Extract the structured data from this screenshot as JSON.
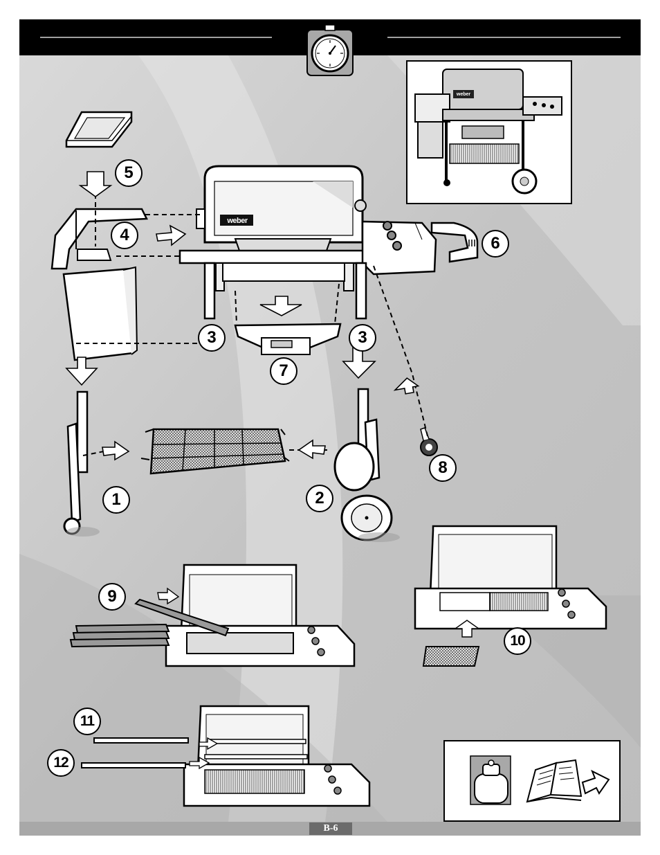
{
  "colors": {
    "header_bar": "#000000",
    "background_gray": "#c8c8c8",
    "footer_bar": "#a8a8a8",
    "footer_label_bg": "#6b6b6b"
  },
  "header": {
    "icon": "stopwatch-icon"
  },
  "brand_logo_text": "weber",
  "steps": [
    {
      "label": "1",
      "part": "left-leg-frame"
    },
    {
      "label": "2",
      "part": "right-leg-frame-with-wheels"
    },
    {
      "label": "3",
      "part": "grill-body-legs"
    },
    {
      "label": "3",
      "part": "grill-body-legs"
    },
    {
      "label": "4",
      "part": "side-frame"
    },
    {
      "label": "5",
      "part": "work-surface"
    },
    {
      "label": "6",
      "part": "side-handle"
    },
    {
      "label": "7",
      "part": "bottom-tray"
    },
    {
      "label": "8",
      "part": "control-knob"
    },
    {
      "label": "9",
      "part": "flavorizer-bars"
    },
    {
      "label": "10",
      "part": "cooking-grate"
    },
    {
      "label": "11",
      "part": "warming-rack"
    },
    {
      "label": "12",
      "part": "warming-rack"
    }
  ],
  "inset_icons": {
    "tank": "propane-tank-icon",
    "manual": "open-manual-icon",
    "arrow": "arrow-right-icon"
  },
  "footer": {
    "page_label": "B-6"
  }
}
